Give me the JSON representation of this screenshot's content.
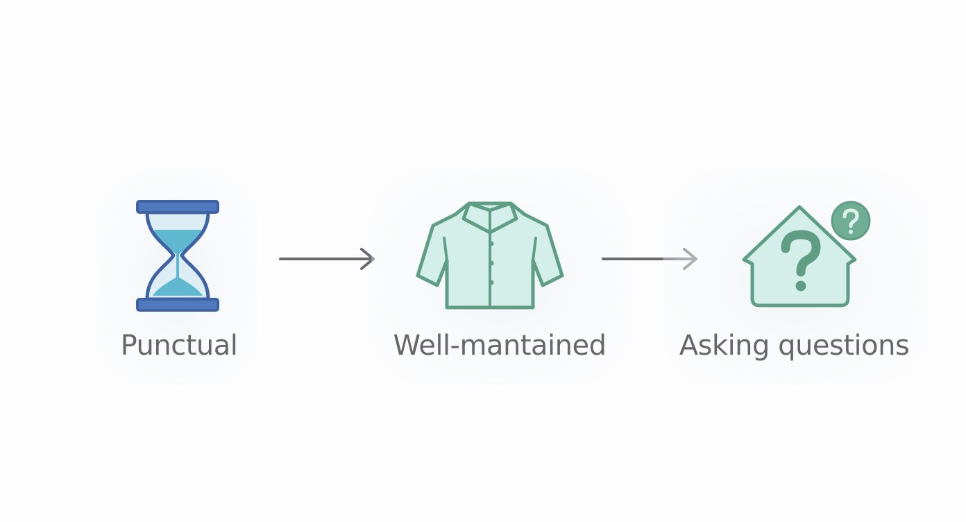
{
  "steps": [
    {
      "label": "Punctual",
      "icon": "hourglass-icon"
    },
    {
      "label": "Well-mantained",
      "icon": "shirt-icon"
    },
    {
      "label": "Asking questions",
      "icon": "house-question-icon"
    }
  ],
  "connectors": [
    "arrow-right-icon",
    "arrow-right-icon"
  ],
  "colors": {
    "text": "#67666b",
    "arrow": "#6b6a70",
    "hourglass_frame": "#3f62a3",
    "hourglass_sand": "#5fb8cf",
    "green_stroke": "#5f9e85",
    "green_fill": "#d4efea"
  }
}
